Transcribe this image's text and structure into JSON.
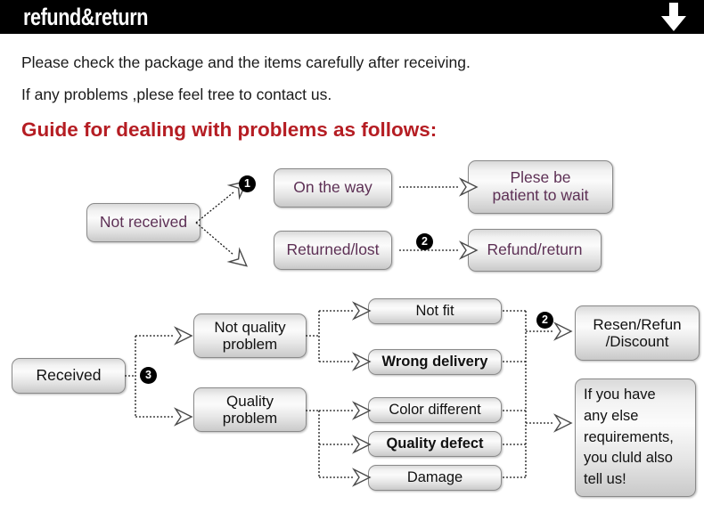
{
  "header": {
    "title": "refund&return",
    "arrow_icon": "arrow-down-icon",
    "background": "#000000",
    "text_color": "#ffffff"
  },
  "intro": {
    "line1": "Please check the package and the items carefully after receiving.",
    "line2": "If any problems ,plese feel tree to contact us.",
    "heading": "Guide for dealing with problems as follows:",
    "heading_color": "#b51d23"
  },
  "flow_not_received": {
    "source": "Not received",
    "branches": [
      {
        "badge": "1",
        "state": "On the way",
        "outcome": "Plese be\npatient to wait"
      },
      {
        "badge": "2",
        "state": "Returned/lost",
        "outcome": "Refund/return"
      }
    ],
    "state_on_the_way": "On the way",
    "state_returned_lost": "Returned/lost",
    "outcome_patient": "Plese be patient to wait",
    "outcome_patient_l1": "Plese be",
    "outcome_patient_l2": "patient to wait",
    "outcome_refund": "Refund/return",
    "badge_1": "1",
    "badge_2": "2",
    "text_color": "#5d3055"
  },
  "flow_received": {
    "source": "Received",
    "badge_3": "3",
    "badge_2": "2",
    "category_not_quality": "Not quality problem",
    "category_not_quality_l1": "Not quality",
    "category_not_quality_l2": "problem",
    "category_quality": "Quality problem",
    "category_quality_l1": "Quality",
    "category_quality_l2": "problem",
    "issues_not_quality": [
      "Not fit",
      "Wrong delivery"
    ],
    "issues_quality": [
      "Color different",
      "Quality defect",
      "Damage"
    ],
    "issue_not_fit": "Not fit",
    "issue_wrong_delivery": "Wrong delivery",
    "issue_color_different": "Color different",
    "issue_quality_defect": "Quality defect",
    "issue_damage": "Damage",
    "outcome_resolution_l1": "Resen/Refun",
    "outcome_resolution_l2": "/Discount",
    "outcome_resolution": "Resen/Refun /Discount",
    "note": "If you have any else requirements, you cluld also tell us!",
    "note_l1": "If you have",
    "note_l2": "any else",
    "note_l3": "requirements,",
    "note_l4": "you cluld also",
    "note_l5": "tell us!"
  }
}
